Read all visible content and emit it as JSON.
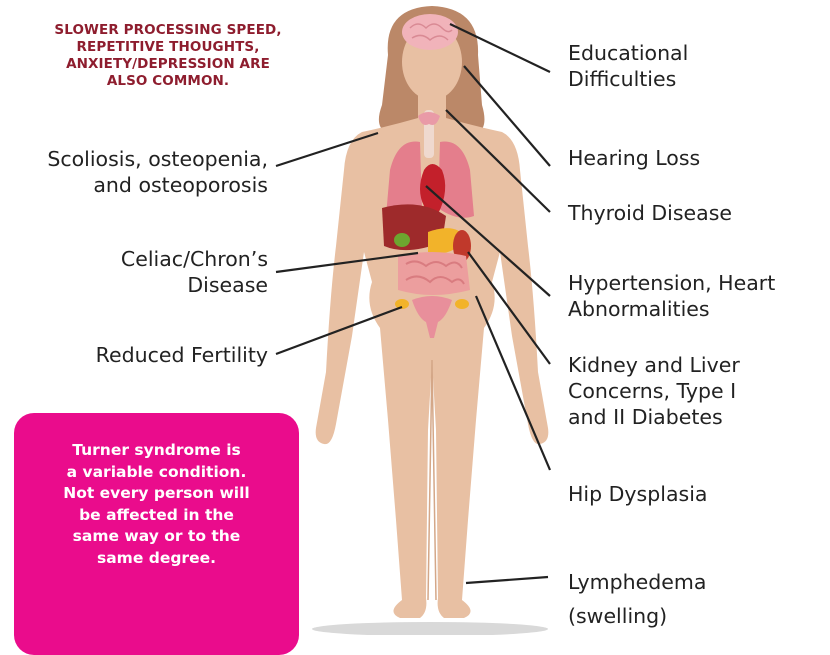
{
  "note_lines": [
    "SLOWER PROCESSING SPEED,",
    "REPETITIVE THOUGHTS,",
    "ANXIETY/DEPRESSION ARE",
    "ALSO COMMON."
  ],
  "left_labels": {
    "scoliosis": [
      "Scoliosis, osteopenia,",
      "and osteoporosis"
    ],
    "celiac": [
      "Celiac/Chron’s",
      "Disease"
    ],
    "fertility": [
      "Reduced Fertility"
    ]
  },
  "right_labels": {
    "educational": [
      "Educational",
      "Difficulties"
    ],
    "hearing": [
      "Hearing Loss"
    ],
    "thyroid": [
      "Thyroid Disease"
    ],
    "hypertension": [
      "Hypertension, Heart",
      "Abnormalities"
    ],
    "kidney": [
      "Kidney and Liver",
      "Concerns, Type I",
      "and II Diabetes"
    ],
    "hip": [
      "Hip Dysplasia"
    ],
    "lymphedema": [
      "Lymphedema",
      "(swelling)"
    ]
  },
  "callout_lines": [
    "Turner syndrome is",
    "a variable condition.",
    "Not every person will",
    "be affected in the",
    "same way or to the",
    "same degree."
  ],
  "colors": {
    "note_text": "#8e1d2e",
    "callout_bg": "#ea0c8c",
    "callout_text": "#ffffff",
    "skin": "#e8c0a3",
    "hair": "#bb8868",
    "leader_line": "#222222"
  }
}
